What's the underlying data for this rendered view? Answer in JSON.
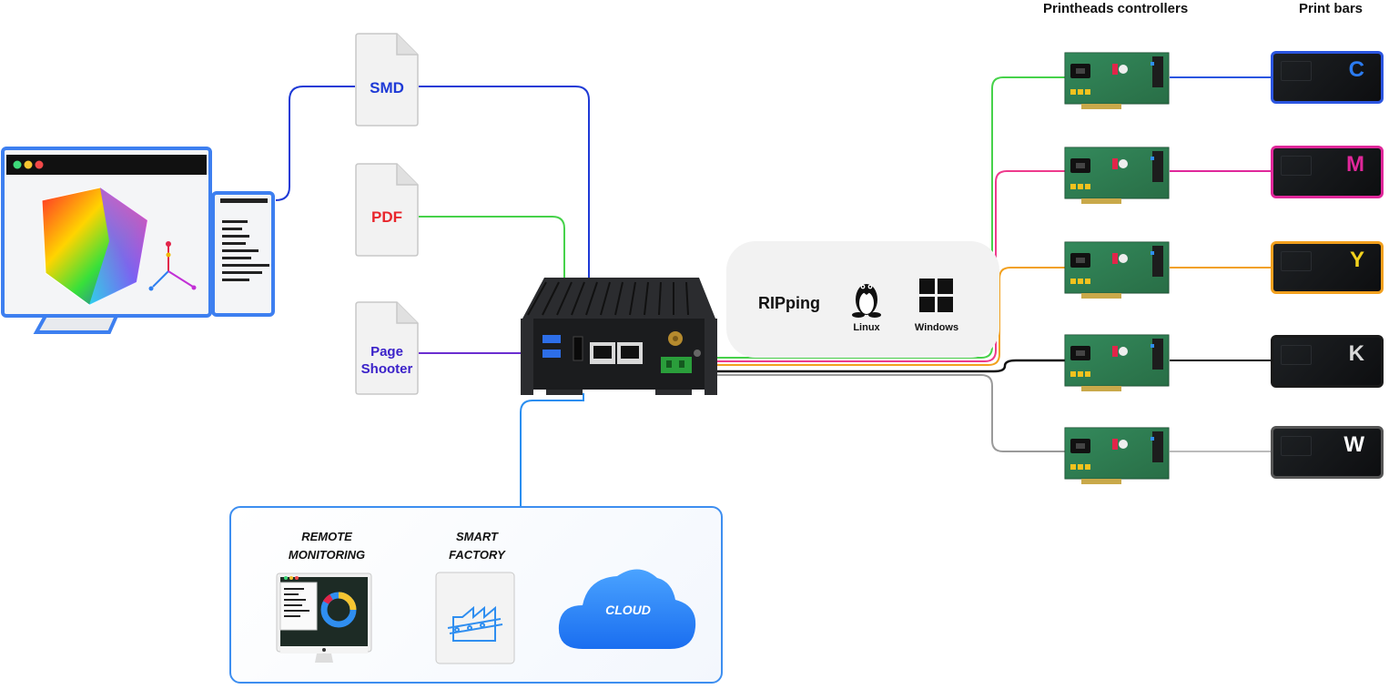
{
  "header": {
    "controllers_title": "Printheads controllers",
    "bars_title": "Print bars"
  },
  "files": [
    {
      "label": "SMD",
      "color": "#1e3ad6"
    },
    {
      "label": "PDF",
      "color": "#e8262c"
    },
    {
      "label_line1": "Page",
      "label_line2": "Shooter",
      "color": "#3b22c9"
    }
  ],
  "rip": {
    "title": "RIPping",
    "os": [
      {
        "label": "Linux",
        "icon": "linux-tux-icon"
      },
      {
        "label": "Windows",
        "icon": "windows-logo-icon"
      }
    ]
  },
  "print_bars": [
    {
      "letter": "C",
      "color": "#2b7bf0",
      "border": "#2b55e0"
    },
    {
      "letter": "M",
      "color": "#e0279a",
      "border": "#e0279a"
    },
    {
      "letter": "Y",
      "color": "#f2d21e",
      "border": "#f2a01e"
    },
    {
      "letter": "K",
      "color": "#d9d9d9",
      "border": "#1a1a1a"
    },
    {
      "letter": "W",
      "color": "#ffffff",
      "border": "#555555"
    }
  ],
  "connection_colors": {
    "smd": "#1e3ad6",
    "pdf": "#46d24a",
    "page_shooter": "#6a2ed0",
    "cloud": "#2a8ef0",
    "c": "#46d24a",
    "m": "#ee3a8c",
    "y": "#f2a01e",
    "k": "#111111",
    "w": "#9a9a9a"
  },
  "services": {
    "remote_monitoring_line1": "REMOTE",
    "remote_monitoring_line2": "MONITORING",
    "smart_factory_line1": "SMART",
    "smart_factory_line2": "FACTORY",
    "cloud": "CLOUD"
  }
}
